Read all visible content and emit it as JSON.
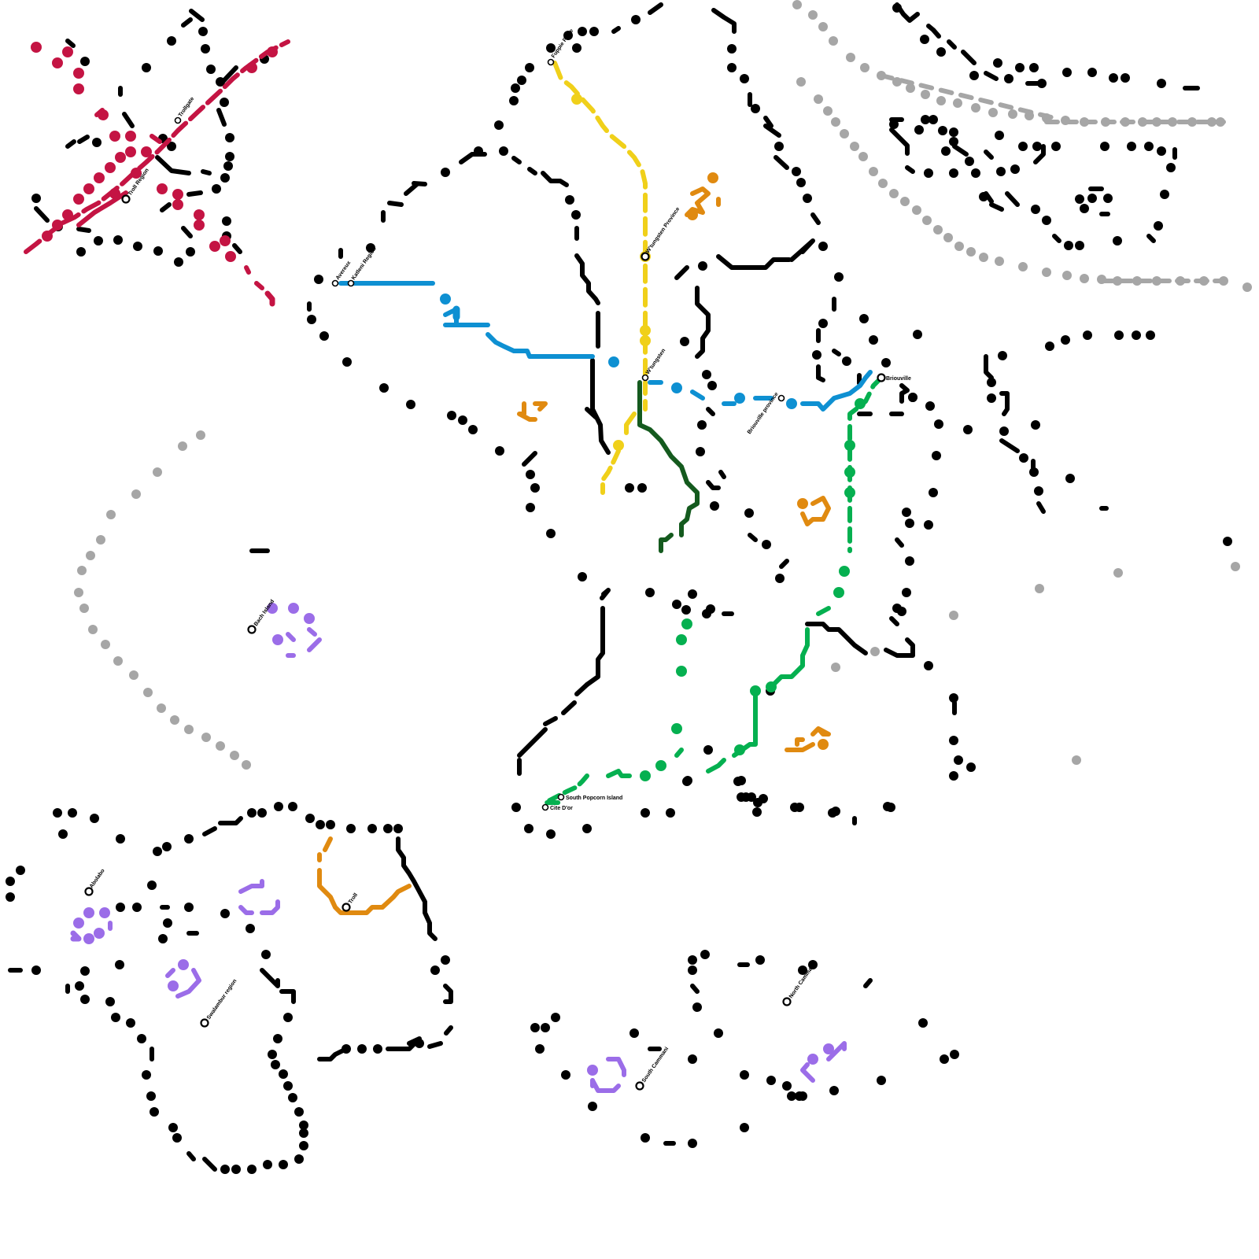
{
  "map": {
    "colors": {
      "background": "#ffffff",
      "border": "#000000",
      "coast": "#a6a6a6",
      "red_line": "#c41443",
      "yellow_line": "#f0d01a",
      "blue_line": "#0e90d2",
      "green_line": "#05b050",
      "dark_green_line": "#145a1e",
      "orange_line": "#e08a10",
      "purple_line": "#9b6de8"
    },
    "stations": [
      {
        "id": "fuppie",
        "name": "Fuppie Place",
        "line": "yellow_line"
      },
      {
        "id": "wtungsten-province",
        "name": "W'tungsten Province",
        "line": "yellow_line"
      },
      {
        "id": "wtungsten",
        "name": "W'tungsten",
        "line": "yellow_line"
      },
      {
        "id": "avereux",
        "name": "Avereux",
        "line": "blue_line"
      },
      {
        "id": "katleni",
        "name": "Katleni Region",
        "line": "blue_line"
      },
      {
        "id": "briouville-province",
        "name": "Briouville province",
        "line": "blue_line"
      },
      {
        "id": "briouville",
        "name": "Briouville",
        "line": "green_line"
      },
      {
        "id": "south-popcorn",
        "name": "South Popcorn Island",
        "line": "green_line"
      },
      {
        "id": "cite-dor",
        "name": "Cite D'or",
        "line": "green_line"
      },
      {
        "id": "troll-region",
        "name": "Troll Region",
        "line": "red_line"
      },
      {
        "id": "red-north",
        "name": "Trollgate",
        "line": "red_line"
      },
      {
        "id": "bach-island",
        "name": "Bach Island",
        "line": "purple_line"
      },
      {
        "id": "troll",
        "name": "Troll",
        "line": "orange_line"
      },
      {
        "id": "abolabo",
        "name": "Abolabo",
        "line": "purple_line"
      },
      {
        "id": "swalambur",
        "name": "Swalambur region",
        "line": "purple_line"
      },
      {
        "id": "south-cammani",
        "name": "South Cammani",
        "line": "purple_line"
      },
      {
        "id": "north-cammani",
        "name": "North Cammani",
        "line": "purple_line"
      }
    ]
  }
}
